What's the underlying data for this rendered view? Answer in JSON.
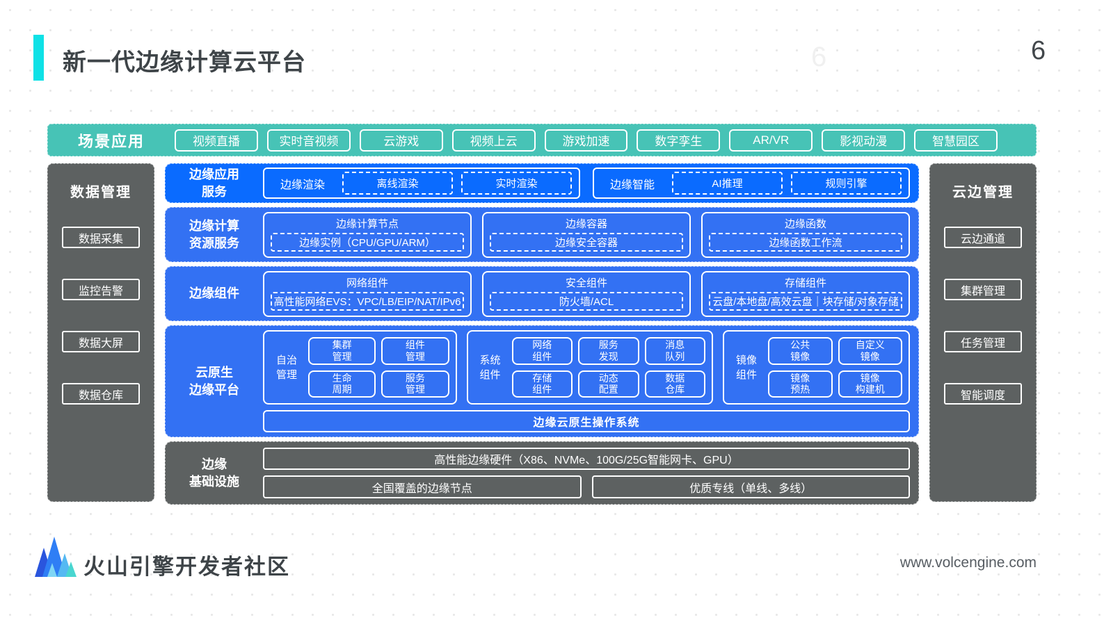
{
  "title": "新一代边缘计算云平台",
  "page_number": "6",
  "page_number_ghost": "6",
  "colors": {
    "accent_cyan": "#0ee1e6",
    "scenario_teal": "#47c3b6",
    "row_blue_bright": "#0a6bff",
    "row_blue": "#3371f3",
    "panel_gray": "#5d6161",
    "text_dark": "#3e4448"
  },
  "scenario": {
    "label": "场景应用",
    "items": [
      "视频直播",
      "实时音视频",
      "云游戏",
      "视频上云",
      "游戏加速",
      "数字孪生",
      "AR/VR",
      "影视动漫",
      "智慧园区"
    ]
  },
  "data_mgmt": {
    "title": "数据管理",
    "items": [
      "数据采集",
      "监控告警",
      "数据大屏",
      "数据仓库"
    ]
  },
  "cloud_edge_mgmt": {
    "title": "云边管理",
    "items": [
      "云边通道",
      "集群管理",
      "任务管理",
      "智能调度"
    ]
  },
  "app_row": {
    "label": "边缘应用\n服务",
    "groups": [
      {
        "title": "边缘渲染",
        "items": [
          "离线渲染",
          "实时渲染"
        ]
      },
      {
        "title": "边缘智能",
        "items": [
          "AI推理",
          "规则引擎"
        ]
      }
    ]
  },
  "compute_row": {
    "label": "边缘计算\n资源服务",
    "groups": [
      {
        "title": "边缘计算节点",
        "item": "边缘实例（CPU/GPU/ARM）"
      },
      {
        "title": "边缘容器",
        "item": "边缘安全容器"
      },
      {
        "title": "边缘函数",
        "item": "边缘函数工作流"
      }
    ]
  },
  "component_row": {
    "label": "边缘组件",
    "groups": [
      {
        "title": "网络组件",
        "item": "高性能网络EVS：VPC/LB/EIP/NAT/IPv6"
      },
      {
        "title": "安全组件",
        "item": "防火墙/ACL"
      },
      {
        "title": "存储组件",
        "item": "云盘/本地盘/高效云盘｜块存储/对象存储"
      }
    ]
  },
  "cloud_native_row": {
    "label": "云原生\n边缘平台",
    "groups": [
      {
        "side": "自治\n管理",
        "cells": [
          "集群\n管理",
          "组件\n管理",
          "生命\n周期",
          "服务\n管理"
        ]
      },
      {
        "side": "系统\n组件",
        "cells": [
          "网络\n组件",
          "服务\n发现",
          "消息\n队列",
          "存储\n组件",
          "动态\n配置",
          "数据\n仓库"
        ]
      },
      {
        "side": "镜像\n组件",
        "cells": [
          "公共\n镜像",
          "自定义\n镜像",
          "镜像\n预热",
          "镜像\n构建机"
        ]
      }
    ],
    "os_bar": "边缘云原生操作系统"
  },
  "infra_row": {
    "label": "边缘\n基础设施",
    "hardware": "高性能边缘硬件（X86、NVMe、100G/25G智能网卡、GPU）",
    "nodes": "全国覆盖的边缘节点",
    "lines": "优质专线（单线、多线）"
  },
  "footer": {
    "brand": "火山引擎开发者社区",
    "url": "www.volcengine.com"
  }
}
